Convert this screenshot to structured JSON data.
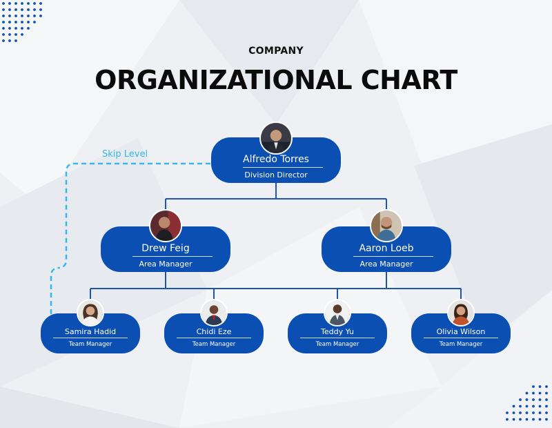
{
  "header": {
    "company": "COMPANY",
    "title": "ORGANIZATIONAL CHART"
  },
  "skip_level_label": "Skip Level",
  "colors": {
    "node_fill": "#0b4fb3",
    "connector": "#1a55b5",
    "skip_line": "#35b8ee",
    "dots": "#0b4fb3"
  },
  "people": {
    "director": {
      "name": "Alfredo Torres",
      "role": "Division Director"
    },
    "area_left": {
      "name": "Drew Feig",
      "role": "Area Manager"
    },
    "area_right": {
      "name": "Aaron Loeb",
      "role": "Area Manager"
    },
    "team_1": {
      "name": "Samira Hadid",
      "role": "Team Manager"
    },
    "team_2": {
      "name": "Chidi Eze",
      "role": "Team Manager"
    },
    "team_3": {
      "name": "Teddy Yu",
      "role": "Team Manager"
    },
    "team_4": {
      "name": "Olivia Wilson",
      "role": "Team Manager"
    }
  }
}
